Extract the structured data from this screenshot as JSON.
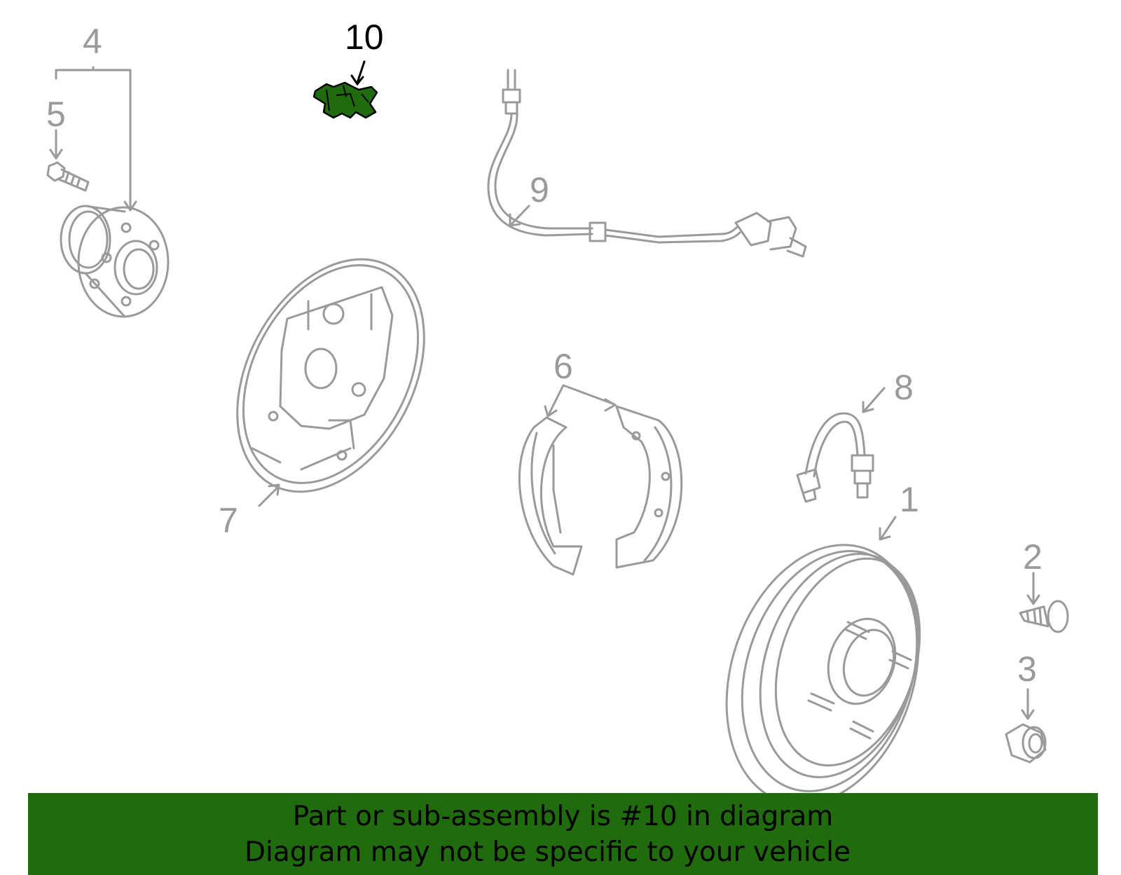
{
  "colors": {
    "part_stroke": "#9a9a9a",
    "highlight_fill": "#1f6b0d",
    "highlight_label": "#000000",
    "banner_bg": "#1f6b0d",
    "banner_text": "#000000"
  },
  "callouts": {
    "c1": "1",
    "c2": "2",
    "c3": "3",
    "c4": "4",
    "c5": "5",
    "c6": "6",
    "c7": "7",
    "c8": "8",
    "c9": "9",
    "c10": "10"
  },
  "highlighted_part": "10",
  "banner": {
    "line1": "Part or sub-assembly is #10 in diagram",
    "line2": "Diagram may not be specific to your vehicle"
  }
}
